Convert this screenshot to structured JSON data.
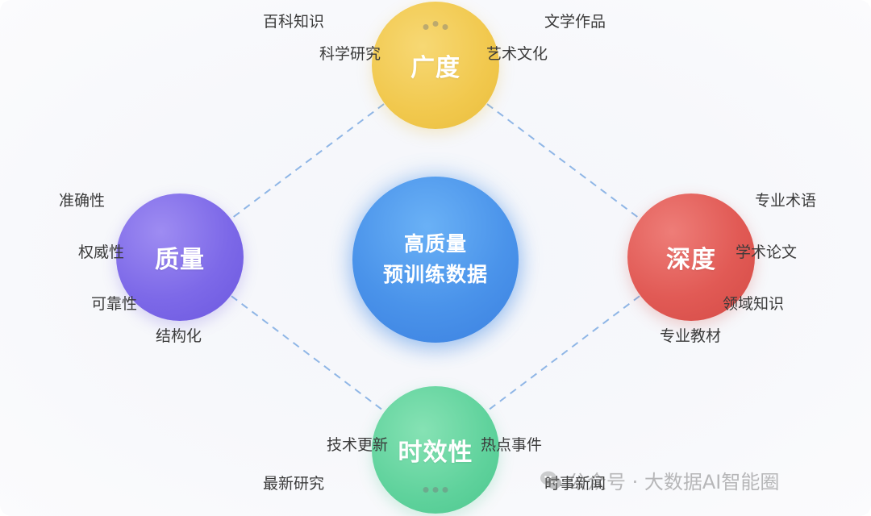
{
  "center": {
    "line1": "高质量",
    "line2": "预训练数据"
  },
  "nodes": {
    "breadth": {
      "label": "广度",
      "color": "#f1c84d"
    },
    "quality": {
      "label": "质量",
      "color": "#7d69e8"
    },
    "depth": {
      "label": "深度",
      "color": "#e15a55"
    },
    "timeliness": {
      "label": "时效性",
      "color": "#5fd29c"
    }
  },
  "keywords": {
    "breadth": [
      "百科知识",
      "文学作品",
      "科学研究",
      "艺术文化"
    ],
    "quality": [
      "准确性",
      "权威性",
      "可靠性",
      "结构化"
    ],
    "depth": [
      "专业术语",
      "学术论文",
      "领域知识",
      "专业教材"
    ],
    "timeliness": [
      "技术更新",
      "热点事件",
      "最新研究",
      "时事新闻"
    ]
  },
  "connector_color": "#8fb6e6",
  "watermark": "公众号 · 大数据AI智能圈"
}
